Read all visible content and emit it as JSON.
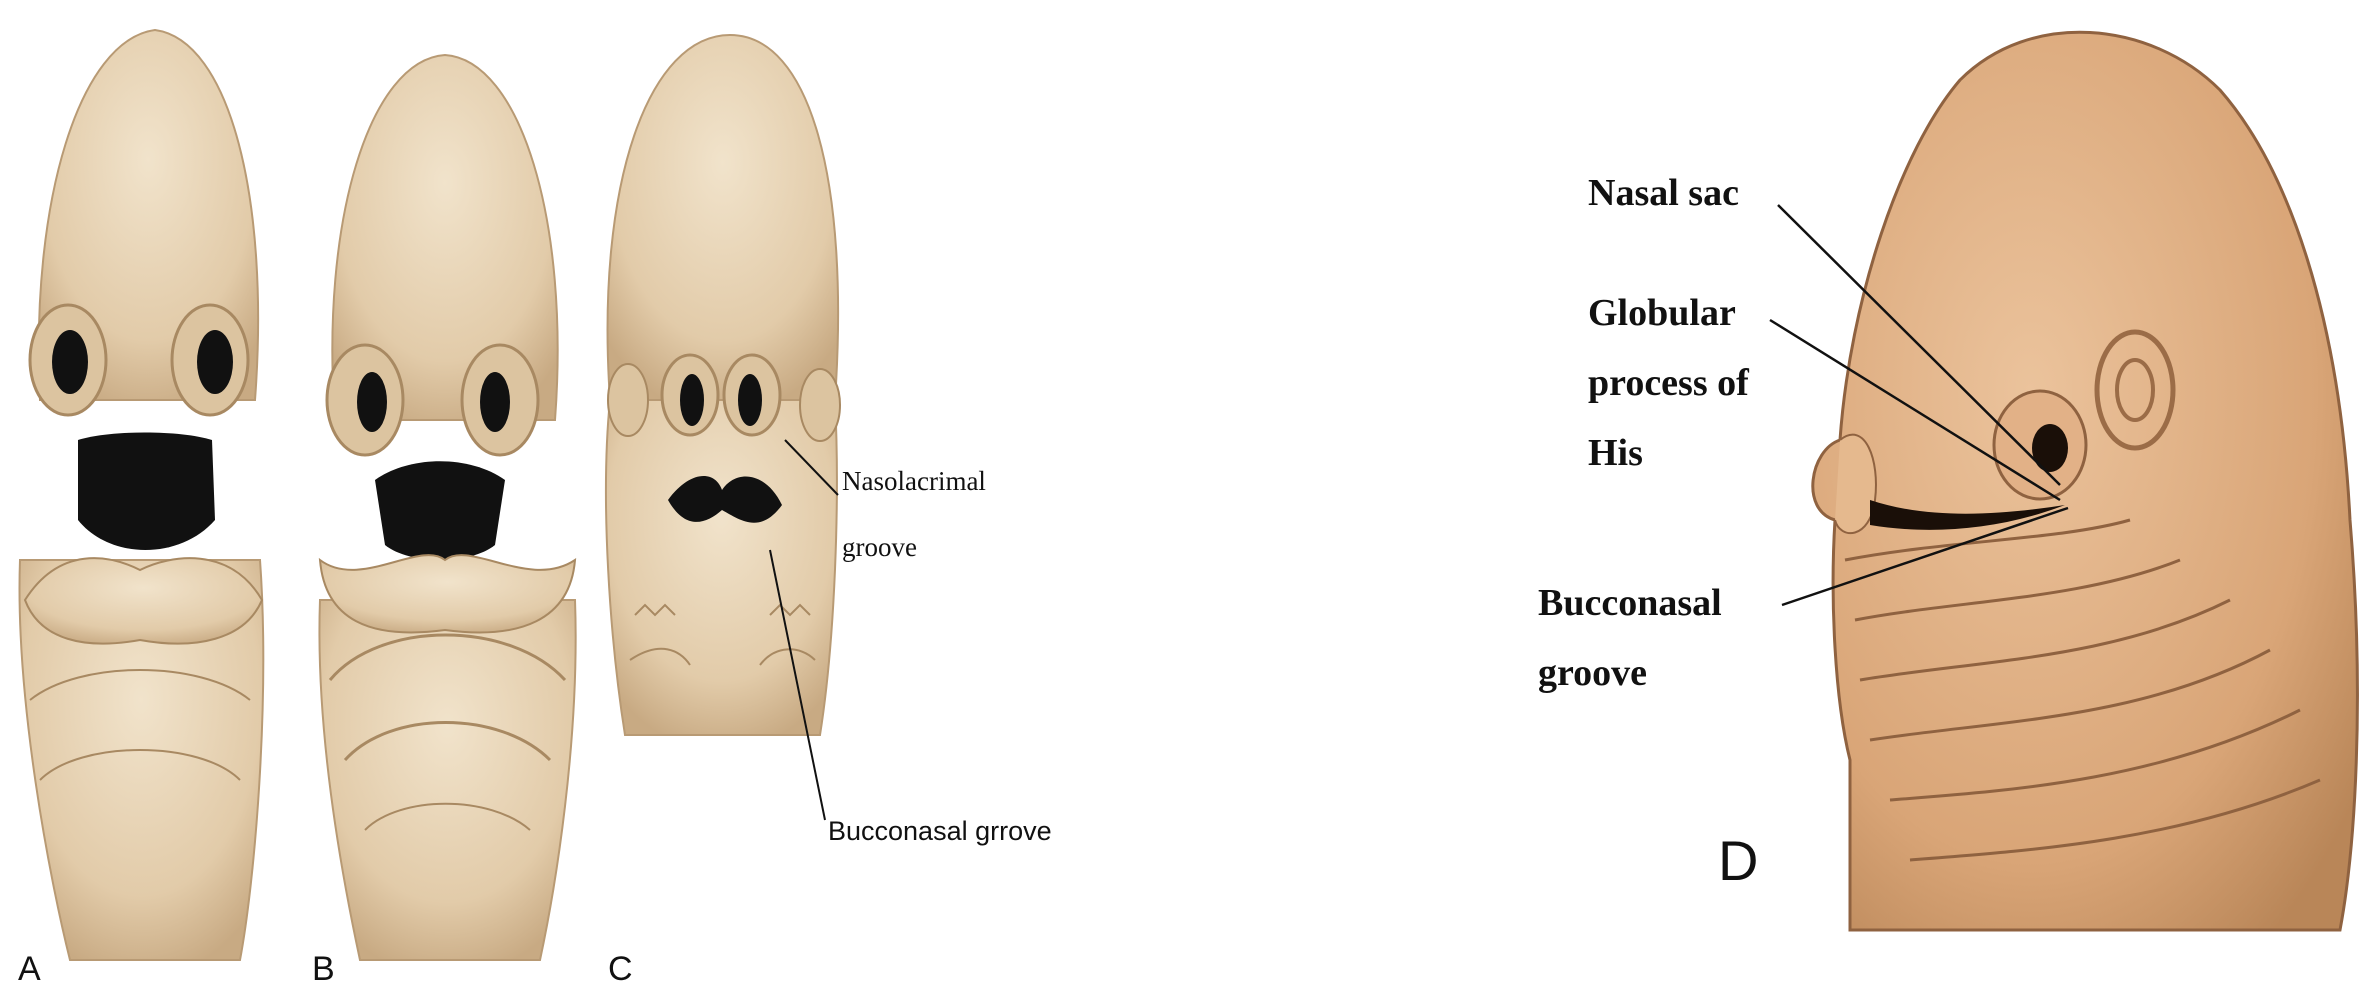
{
  "panels": {
    "a": {
      "letter": "A"
    },
    "b": {
      "letter": "B"
    },
    "c": {
      "letter": "C",
      "nasolacrimal_line1": "Nasolacrimal",
      "nasolacrimal_line2": "groove",
      "bucconasal": "Bucconasal grrove"
    },
    "d": {
      "letter": "D",
      "nasal_sac": "Nasal sac",
      "globular_line1": "Globular",
      "globular_line2": "process of",
      "globular_line3": "His",
      "bucconasal_line1": "Bucconasal",
      "bucconasal_line2": "groove"
    }
  },
  "colors": {
    "skin": "#e8d4b6",
    "skin_shadow": "#c9ac86",
    "cavity": "#111111",
    "skin_d": "#dcae82"
  }
}
